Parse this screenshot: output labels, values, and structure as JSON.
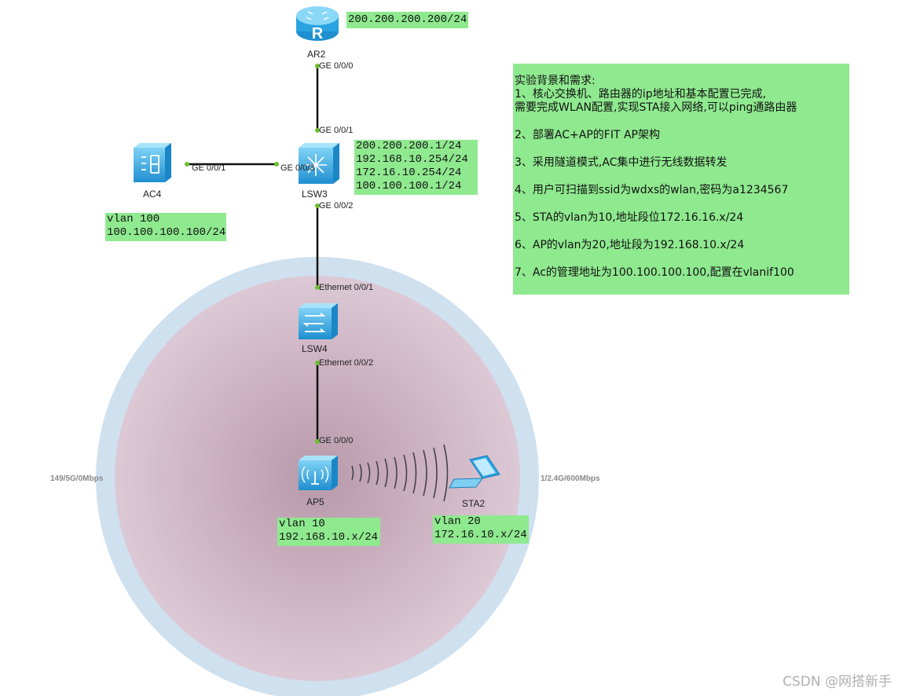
{
  "devices": {
    "ar2": "AR2",
    "lsw3": "LSW3",
    "ac4": "AC4",
    "lsw4": "LSW4",
    "ap5": "AP5",
    "sta2": "STA2"
  },
  "ports": {
    "ar2_ge000": "GE 0/0/0",
    "lsw3_ge001_top": "GE 0/0/1",
    "lsw3_ge003": "GE 0/0/3",
    "ac4_ge001": "GE 0/0/1",
    "lsw3_ge002": "GE 0/0/2",
    "lsw4_eth001": "Ethernet 0/0/1",
    "lsw4_eth002": "Ethernet 0/0/2",
    "ap5_ge000": "GE 0/0/0"
  },
  "notes": {
    "ar2_ip": "200.200.200.200/24",
    "lsw3_ips": "200.200.200.1/24\n192.168.10.254/24\n172.16.10.254/24\n100.100.100.1/24",
    "ac4_info": "vlan 100\n100.100.100.100/24",
    "ap5_info": "vlan 10\n192.168.10.x/24",
    "sta2_info": "vlan 20\n172.16.10.x/24"
  },
  "rates": {
    "left": "149/5G/0Mbps",
    "right": "1/2.4G/600Mbps"
  },
  "requirements": {
    "title": "实验背景和需求:",
    "lines": [
      "1、核心交换机、路由器的ip地址和基本配置已完成,",
      "需要完成WLAN配置,实现STA接入网络,可以ping通路由器",
      "2、部署AC+AP的FIT AP架构",
      "3、采用隧道模式,AC集中进行无线数据转发",
      "4、用户可扫描到ssid为wdxs的wlan,密码为a1234567",
      "5、STA的vlan为10,地址段位172.16.16.x/24",
      "6、AP的vlan为20,地址段为192.168.10.x/24",
      "7、Ac的管理地址为100.100.100.100,配置在vlanif100"
    ]
  },
  "watermark": "CSDN @网搭新手",
  "colors": {
    "note_bg": "#8fe98f",
    "coverage_outer": "#cfe0ef",
    "coverage_inner": "#d9c5d2",
    "device_blue": "#2aa3e0",
    "port_dot": "#6abf2e"
  }
}
